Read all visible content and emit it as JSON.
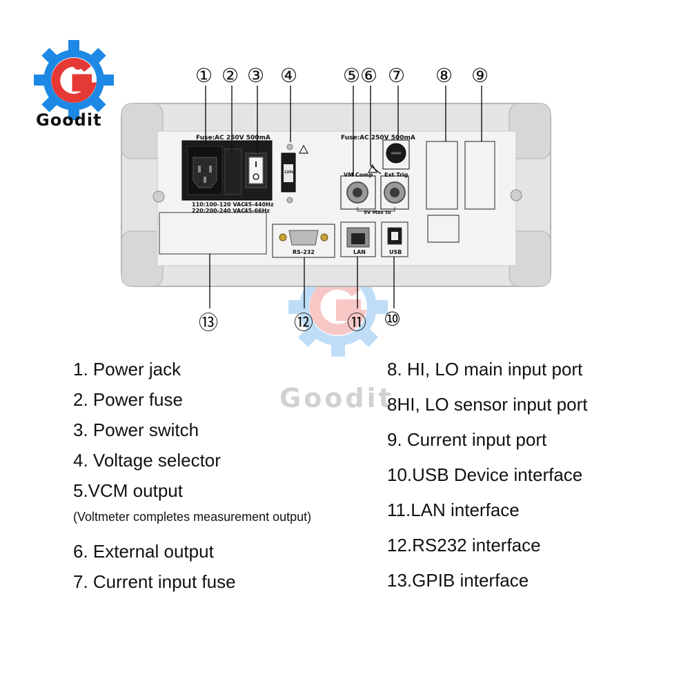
{
  "brand": {
    "name": "Goodit",
    "watermark": "Goodit",
    "accent_red": "#e53935",
    "accent_blue": "#1e88e5"
  },
  "callouts": {
    "c1": "①",
    "c2": "②",
    "c3": "③",
    "c4": "④",
    "c5": "⑤",
    "c6": "⑥",
    "c7": "⑦",
    "c8": "⑧",
    "c9": "⑨",
    "c10": "⑩",
    "c11": "⑪",
    "c12": "⑫",
    "c13": "⑬"
  },
  "panel": {
    "fuse_left": "Fuse:AC 250V 500mA",
    "fuse_right": "Fuse:AC 250V 500mA",
    "voltage_line1_a": "110:100-120 VAC",
    "voltage_line1_b": "45-440Hz",
    "voltage_line2_a": "220:200-240 VAC",
    "voltage_line2_b": "45-66Hz",
    "selector_label": "220V",
    "vm_comp": "VM Comp",
    "ext_trig": "Ext Trig",
    "bnc_note": "5V Max to",
    "rs232": "RS-232",
    "lan": "LAN",
    "usb": "USB"
  },
  "legend_left": [
    "1. Power jack",
    "2. Power fuse",
    "3. Power switch",
    "4. Voltage selector",
    "5.VCM output",
    "(Voltmeter completes measurement output)",
    "6. External output",
    "7. Current input fuse"
  ],
  "legend_right": [
    "8. HI, LO main input port",
    "8HI, LO sensor input port",
    "9. Current input port",
    "10.USB Device interface",
    "11.LAN interface",
    "12.RS232 interface",
    "13.GPIB interface"
  ]
}
